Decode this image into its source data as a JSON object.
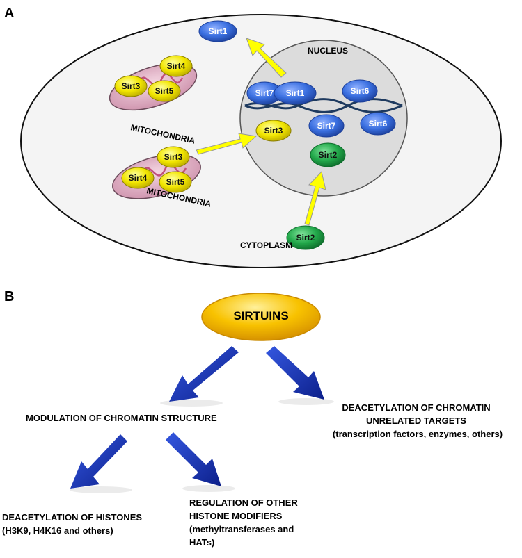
{
  "panel_a": {
    "letter": "A",
    "nucleus_label": "NUCLEUS",
    "cytoplasm_label": "CYTOPLASM",
    "mitochondria_top_label": "MITOCHONDRIA",
    "mitochondria_bottom_label": "MITOCHONDRIA",
    "mito_top": {
      "sirt4": "Sirt4",
      "sirt3": "Sirt3",
      "sirt5": "Sirt5"
    },
    "mito_bottom": {
      "sirt3": "Sirt3",
      "sirt4": "Sirt4",
      "sirt5": "Sirt5"
    },
    "cyto_sirt1": "Sirt1",
    "cyto_sirt2": "Sirt2",
    "nucleus": {
      "sirt7_a": "Sirt7",
      "sirt1": "Sirt1",
      "sirt6_a": "Sirt6",
      "sirt3": "Sirt3",
      "sirt7_b": "Sirt7",
      "sirt6_b": "Sirt6",
      "sirt2": "Sirt2"
    }
  },
  "panel_b": {
    "letter": "B",
    "root": "SIRTUINS",
    "left_branch": "MODULATION OF CHROMATIN STRUCTURE",
    "right_branch_line1": "DEACETYLATION OF CHROMATIN",
    "right_branch_line2": "UNRELATED TARGETS",
    "right_branch_line3": "(transcription factors, enzymes, others)",
    "leaf_left_line1": "DEACETYLATION OF HISTONES",
    "leaf_left_line2": "(H3K9, H4K16 and others)",
    "leaf_right_line1": "REGULATION OF OTHER",
    "leaf_right_line2": "HISTONE MODIFIERS",
    "leaf_right_line3": "(methyltransferases and",
    "leaf_right_line4": "HATs)"
  },
  "colors": {
    "blue_sirtuin": "#3a6fe0",
    "yellow_sirtuin": "#f2e600",
    "green_sirtuin": "#22a84a",
    "yellow_arrow": "#ffff00",
    "blue_arrow": "#1f3fc7",
    "sirtuins_orange": "#f5b800",
    "nucleus_fill": "#dcdcdc",
    "mitochondria_fill": "#e8b8cc"
  }
}
